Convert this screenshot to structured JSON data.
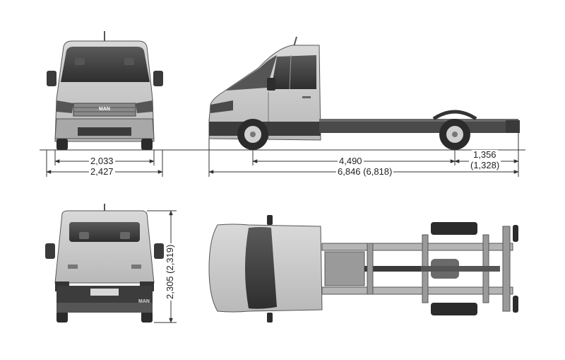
{
  "dimensions": {
    "front_track": "2,033",
    "front_width": "2,427",
    "wheelbase": "4,490",
    "rear_overhang": "1,356",
    "rear_overhang_alt": "(1,328)",
    "overall_length": "6,846 (6,818)",
    "height": "2,305 (2,319)"
  },
  "badges": {
    "front_logo": "MAN",
    "rear_logo": "MAN"
  },
  "colors": {
    "body": "#c9c9c9",
    "body_light": "#dcdcdc",
    "glass": "#3a3a3a",
    "dark": "#2b2b2b",
    "frame": "#4a4a4a",
    "line": "#333333"
  }
}
